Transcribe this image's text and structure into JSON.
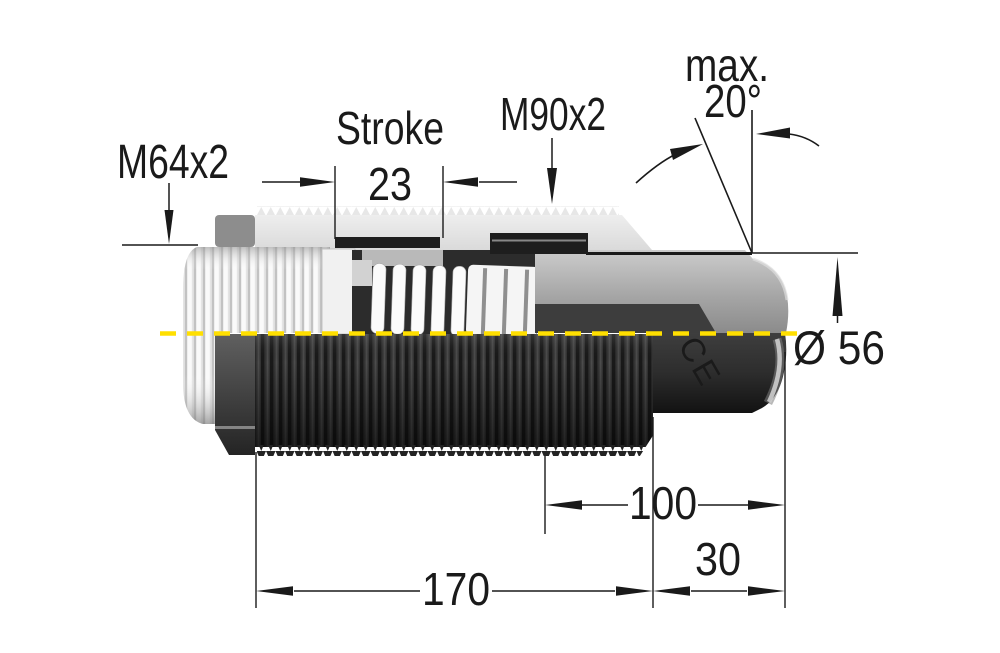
{
  "drawing": {
    "title": "shock-absorber-dimension-drawing",
    "labels": {
      "front_thread": "M64x2",
      "stroke_word": "Stroke",
      "stroke_value": "23",
      "main_thread": "M90x2",
      "angle_prefix": "max.",
      "angle_value": "20°",
      "diameter": "Ø 56",
      "body_marking": "CE"
    },
    "dimensions": {
      "overall_length": "170",
      "rear_length": "100",
      "end_length": "30"
    },
    "colors": {
      "centerline": "#ffdf00",
      "linework": "#1a1a1a",
      "light_sleeve": "#e9e9e9",
      "dark_body": "#2c2c2c"
    }
  }
}
